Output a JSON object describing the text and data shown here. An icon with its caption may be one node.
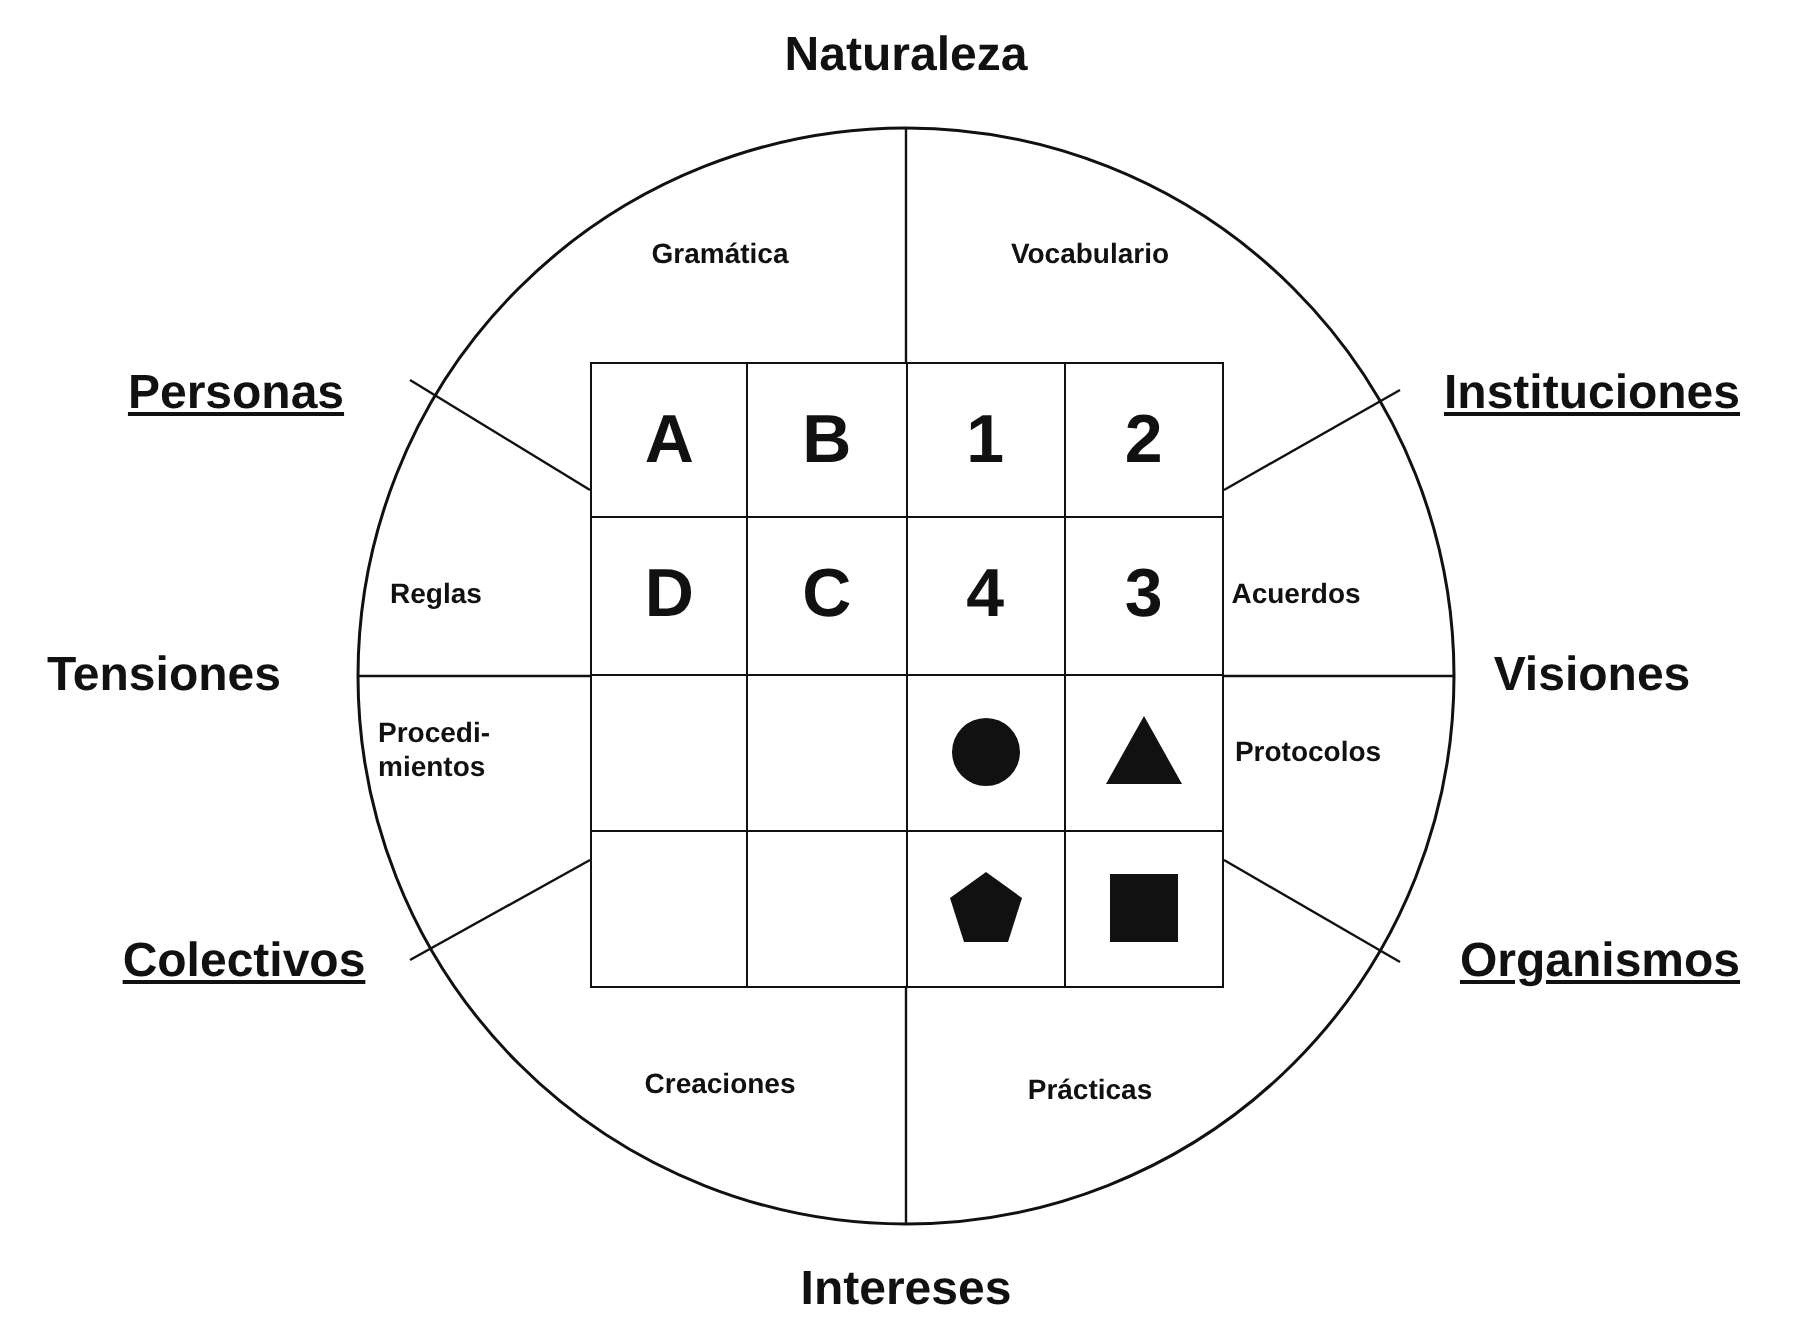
{
  "diagram": {
    "nodes": [
      {
        "text": [
          "Gramática",
          "Vocabulario",
          "Reglas",
          "Acuerdos",
          "Procedi-mientos",
          "Protocolos",
          "Creaciones",
          "Prácticas"
        ]
      },
      {
        "text": [
          "A"
        ],
        "in": 0
      },
      {
        "text": [
          "B"
        ],
        "in": 0
      },
      {
        "text": [
          "1"
        ],
        "in": 0
      },
      {
        "text": [
          "2"
        ],
        "in": 0
      },
      {
        "text": [
          "D"
        ],
        "in": 0
      },
      {
        "text": [
          "C"
        ],
        "in": 0
      },
      {
        "text": [
          "4"
        ],
        "in": 0
      },
      {
        "text": [
          "3"
        ],
        "in": 0
      },
      {
        "text": [],
        "shape": "box",
        "in": 0
      },
      {
        "text": [],
        "shape": "box",
        "in": 0
      },
      {
        "text": [],
        "shape": "circle",
        "in": 0
      },
      {
        "text": [],
        "shape": "triangle",
        "in": 0
      },
      {
        "text": [],
        "shape": "box",
        "in": 0
      },
      {
        "text": [],
        "shape": "box",
        "in": 0
      },
      {
        "text": [],
        "shape": "pentagon",
        "in": 0
      },
      {
        "text": [],
        "shape": "square",
        "in": 0
      }
    ],
    "labels": [
      "Naturaleza",
      "Personas",
      "Instituciones",
      "Tensiones",
      "Visiones",
      "Colectivos",
      "Organismos",
      "Intereses"
    ]
  }
}
